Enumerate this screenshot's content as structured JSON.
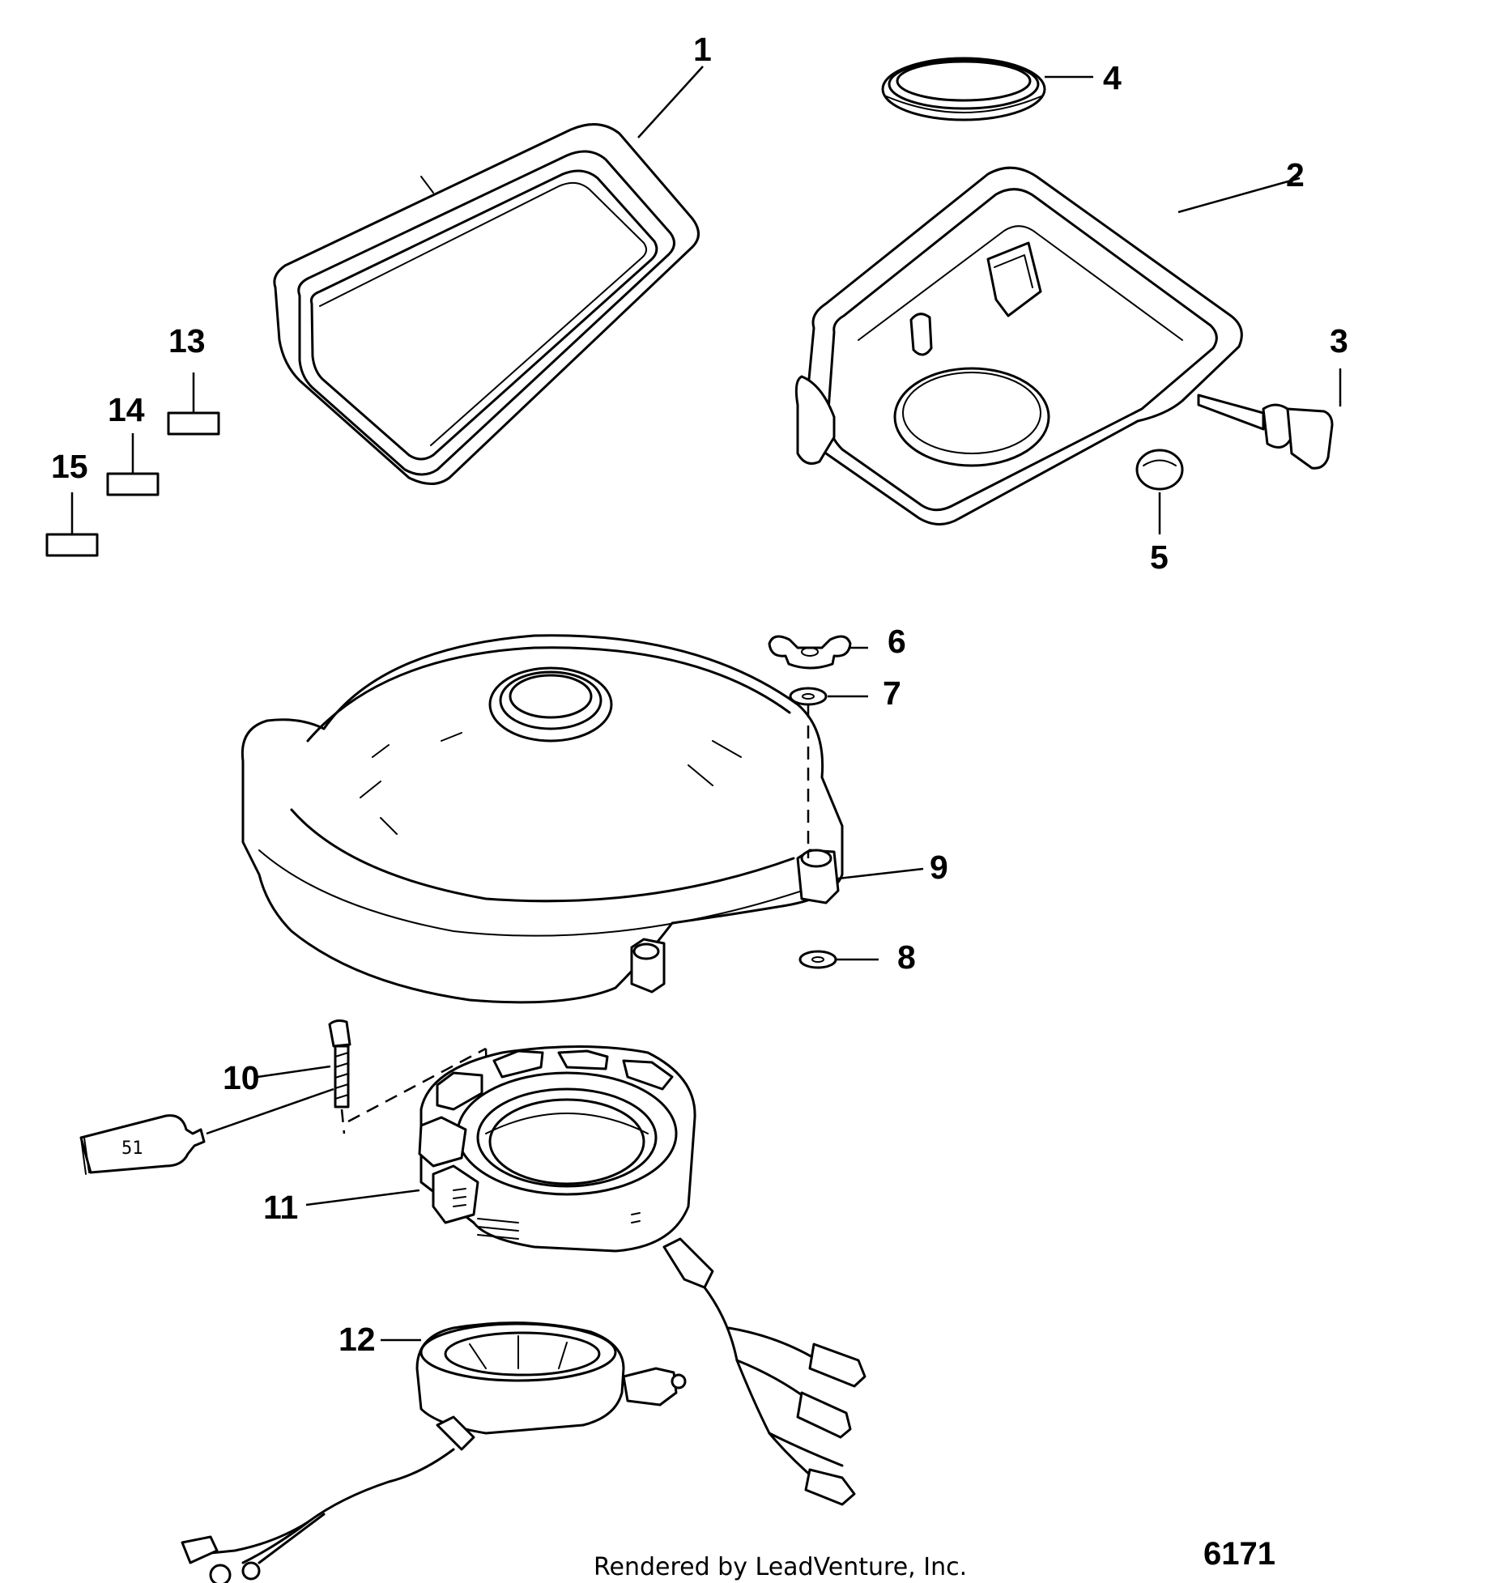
{
  "diagram": {
    "callouts": [
      {
        "id": "c1",
        "text": "1"
      },
      {
        "id": "c2",
        "text": "2"
      },
      {
        "id": "c3",
        "text": "3"
      },
      {
        "id": "c4",
        "text": "4"
      },
      {
        "id": "c5",
        "text": "5"
      },
      {
        "id": "c6",
        "text": "6"
      },
      {
        "id": "c7",
        "text": "7"
      },
      {
        "id": "c8",
        "text": "8"
      },
      {
        "id": "c9",
        "text": "9"
      },
      {
        "id": "c10",
        "text": "10"
      },
      {
        "id": "c11",
        "text": "11"
      },
      {
        "id": "c12",
        "text": "12"
      },
      {
        "id": "c13",
        "text": "13"
      },
      {
        "id": "c14",
        "text": "14"
      },
      {
        "id": "c15",
        "text": "15"
      }
    ],
    "tube_label": "51",
    "credit": "Rendered by LeadVenture, Inc.",
    "plate_number": "6171"
  }
}
